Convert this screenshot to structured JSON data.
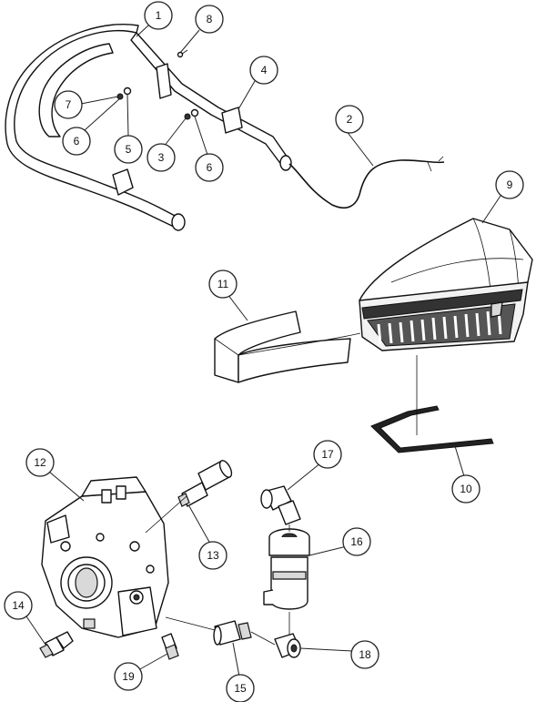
{
  "diagram": {
    "callouts": [
      {
        "id": "1",
        "label": "1"
      },
      {
        "id": "2",
        "label": "2"
      },
      {
        "id": "3",
        "label": "3"
      },
      {
        "id": "4",
        "label": "4"
      },
      {
        "id": "5",
        "label": "5"
      },
      {
        "id": "6a",
        "label": "6"
      },
      {
        "id": "6b",
        "label": "6"
      },
      {
        "id": "7",
        "label": "7"
      },
      {
        "id": "8",
        "label": "8"
      },
      {
        "id": "9",
        "label": "9"
      },
      {
        "id": "10",
        "label": "10"
      },
      {
        "id": "11",
        "label": "11"
      },
      {
        "id": "12",
        "label": "12"
      },
      {
        "id": "13",
        "label": "13"
      },
      {
        "id": "14",
        "label": "14"
      },
      {
        "id": "15",
        "label": "15"
      },
      {
        "id": "16",
        "label": "16"
      },
      {
        "id": "17",
        "label": "17"
      },
      {
        "id": "18",
        "label": "18"
      },
      {
        "id": "19",
        "label": "19"
      }
    ]
  }
}
